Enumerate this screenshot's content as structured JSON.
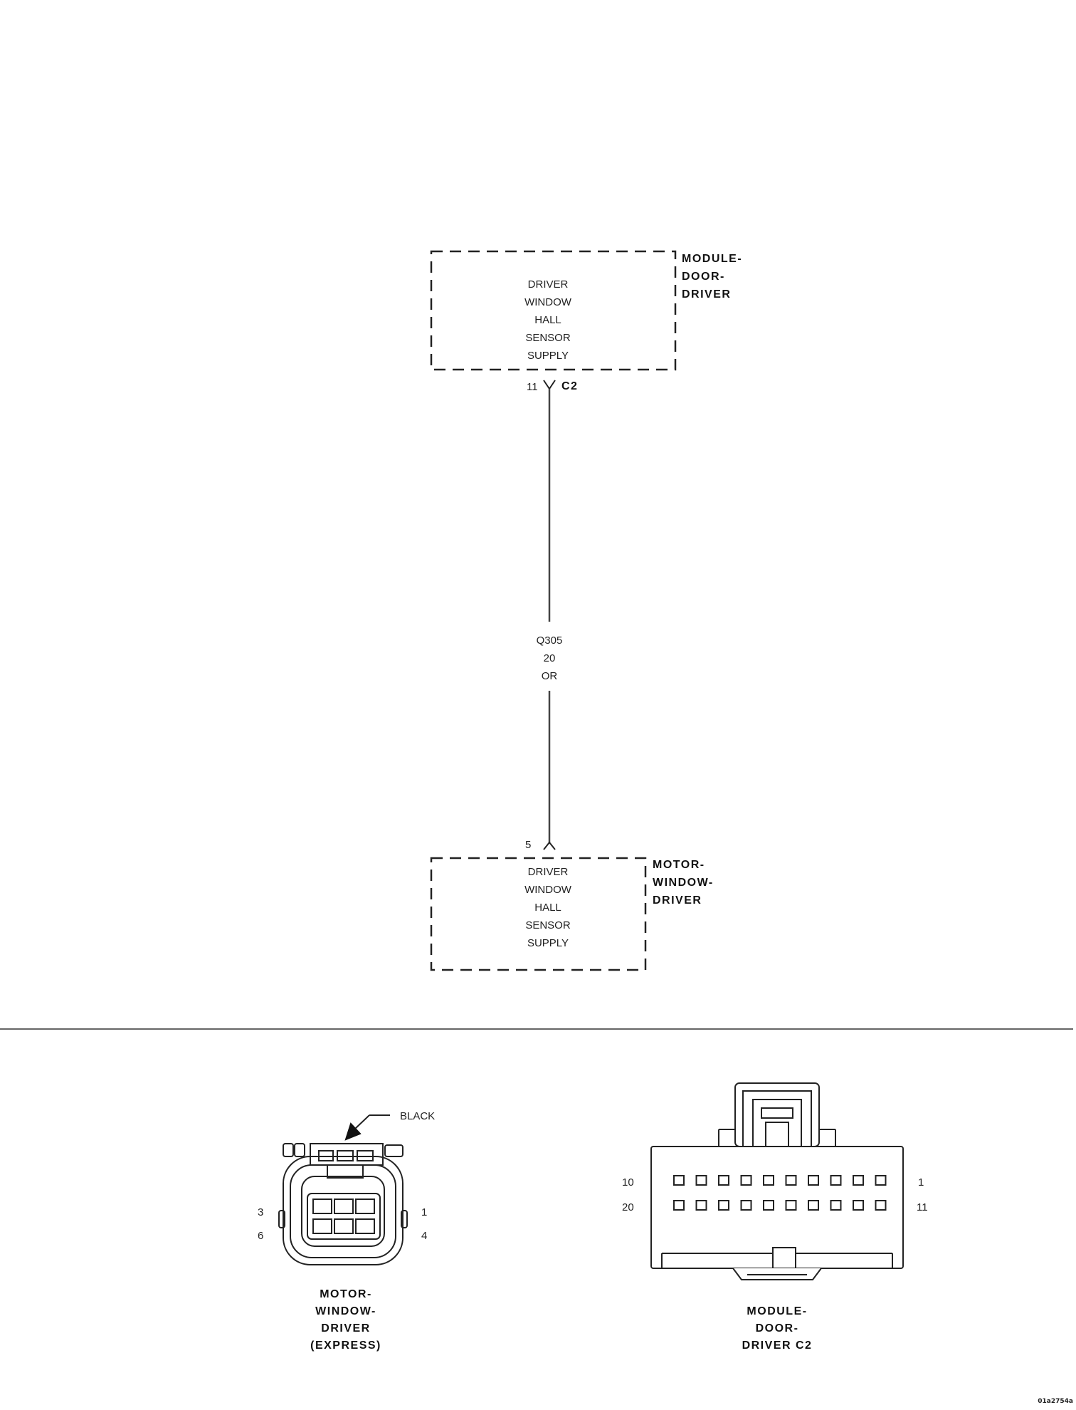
{
  "module_door_driver": {
    "name_lines": [
      "MODULE-",
      "DOOR-",
      "DRIVER"
    ],
    "function_lines": [
      "DRIVER",
      "WINDOW",
      "HALL",
      "SENSOR",
      "SUPPLY"
    ],
    "connector": "C2",
    "pin": "11"
  },
  "wire": {
    "circuit": "Q305",
    "gauge": "20",
    "color": "OR"
  },
  "motor_window_driver": {
    "name_lines": [
      "MOTOR-",
      "WINDOW-",
      "DRIVER"
    ],
    "function_lines": [
      "DRIVER",
      "WINDOW",
      "HALL",
      "SENSOR",
      "SUPPLY"
    ],
    "pin": "5"
  },
  "connector_views": {
    "motor": {
      "color_label": "BLACK",
      "pin_labels": {
        "top_left": "3",
        "bottom_left": "6",
        "top_right": "1",
        "bottom_right": "4"
      },
      "caption_lines": [
        "MOTOR-",
        "WINDOW-",
        "DRIVER",
        "(EXPRESS)"
      ]
    },
    "module": {
      "pin_labels": {
        "top_left": "10",
        "bottom_left": "20",
        "top_right": "1",
        "bottom_right": "11"
      },
      "caption_lines": [
        "MODULE-",
        "DOOR-",
        "DRIVER C2"
      ]
    }
  },
  "figure_id": "01a2754a"
}
